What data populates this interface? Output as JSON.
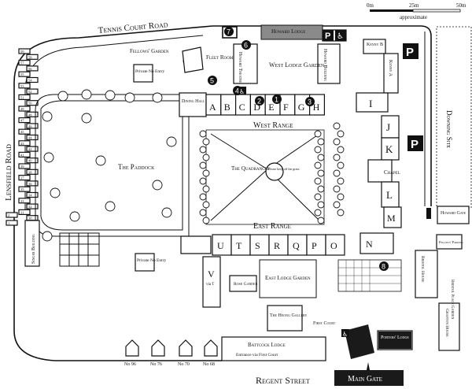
{
  "scale": {
    "ticks": [
      "0m",
      "25m",
      "50m"
    ],
    "caption": "approximate"
  },
  "roads": {
    "tennis_court": "Tennis Court Road",
    "lensfield": "Lensfield Road",
    "regent": "Regent Street",
    "downing_site": "Downing Site"
  },
  "areas": {
    "fellows_garden": "Fellows' Garden",
    "paddock": "The Paddock",
    "quadrangle": "The Quadrangle",
    "west_lodge_garden": "West Lodge Garden",
    "east_lodge_garden": "East Lodge Garden",
    "rose_garden": "Rose Garden",
    "fellows_parking": "Fellows' Parking",
    "bristol_place_garden": "Bristol Place Garden"
  },
  "ranges": {
    "west": "West Range",
    "east": "East Range"
  },
  "notes": {
    "private_1": "Private No Entry",
    "private_2": "Private No Entry",
    "keep_off": "Please keep off the grass"
  },
  "buildings": {
    "howard_lodge": "Howard Lodge",
    "fleet_room": "Fleet Room",
    "howard_theatre": "Howard Theatre",
    "howard_building": "Howard Building",
    "dining_hall": "Dining Hall",
    "kenny_b": "Kenny B",
    "kenny_a": "Kenny A",
    "chapel": "Chapel",
    "howard_gate": "Howard Gate",
    "singer_building": "Singer Building",
    "heong_gallery": "The Heong Gallery",
    "first_court": "First Court",
    "battcock_lodge": "Battcock Lodge",
    "battcock_sub": "Entrance via First Court",
    "porters_lodge": "Porters' Lodge",
    "main_gate": "Main Gate",
    "bristol_house": "Bristol House",
    "grafton_house": "Grafton House",
    "v_sub": "via T"
  },
  "staircase_letters_west": [
    "A",
    "B",
    "C",
    "D",
    "E",
    "F",
    "G",
    "H"
  ],
  "staircase_letters_east": [
    "U",
    "T",
    "S",
    "R",
    "Q",
    "P",
    "O"
  ],
  "staircase_letters_other": [
    "I",
    "J",
    "K",
    "L",
    "M",
    "N",
    "V"
  ],
  "markers": [
    "1",
    "2",
    "3",
    "4",
    "5",
    "6",
    "7",
    "8"
  ],
  "street_numbers_regent": [
    "No 96",
    "No 76",
    "No 70",
    "No 68"
  ],
  "house_numbers_lensfield": [
    "59",
    "58",
    "57",
    "56",
    "55",
    "54",
    "53",
    "52",
    "51",
    "50",
    "49",
    "48",
    "47",
    "46",
    "45",
    "44",
    "43",
    "42",
    "41",
    "40",
    "39",
    "38",
    "37",
    "36",
    "35",
    "34",
    "33",
    "32",
    "31",
    "30",
    "2",
    "1"
  ],
  "legend_icons": [
    "parking-icon",
    "wheelchair-icon"
  ],
  "colors": {
    "ink": "#111111",
    "howard_lodge_fill": "#8a8a8a",
    "main_gate_fill": "#1a1a1a"
  }
}
